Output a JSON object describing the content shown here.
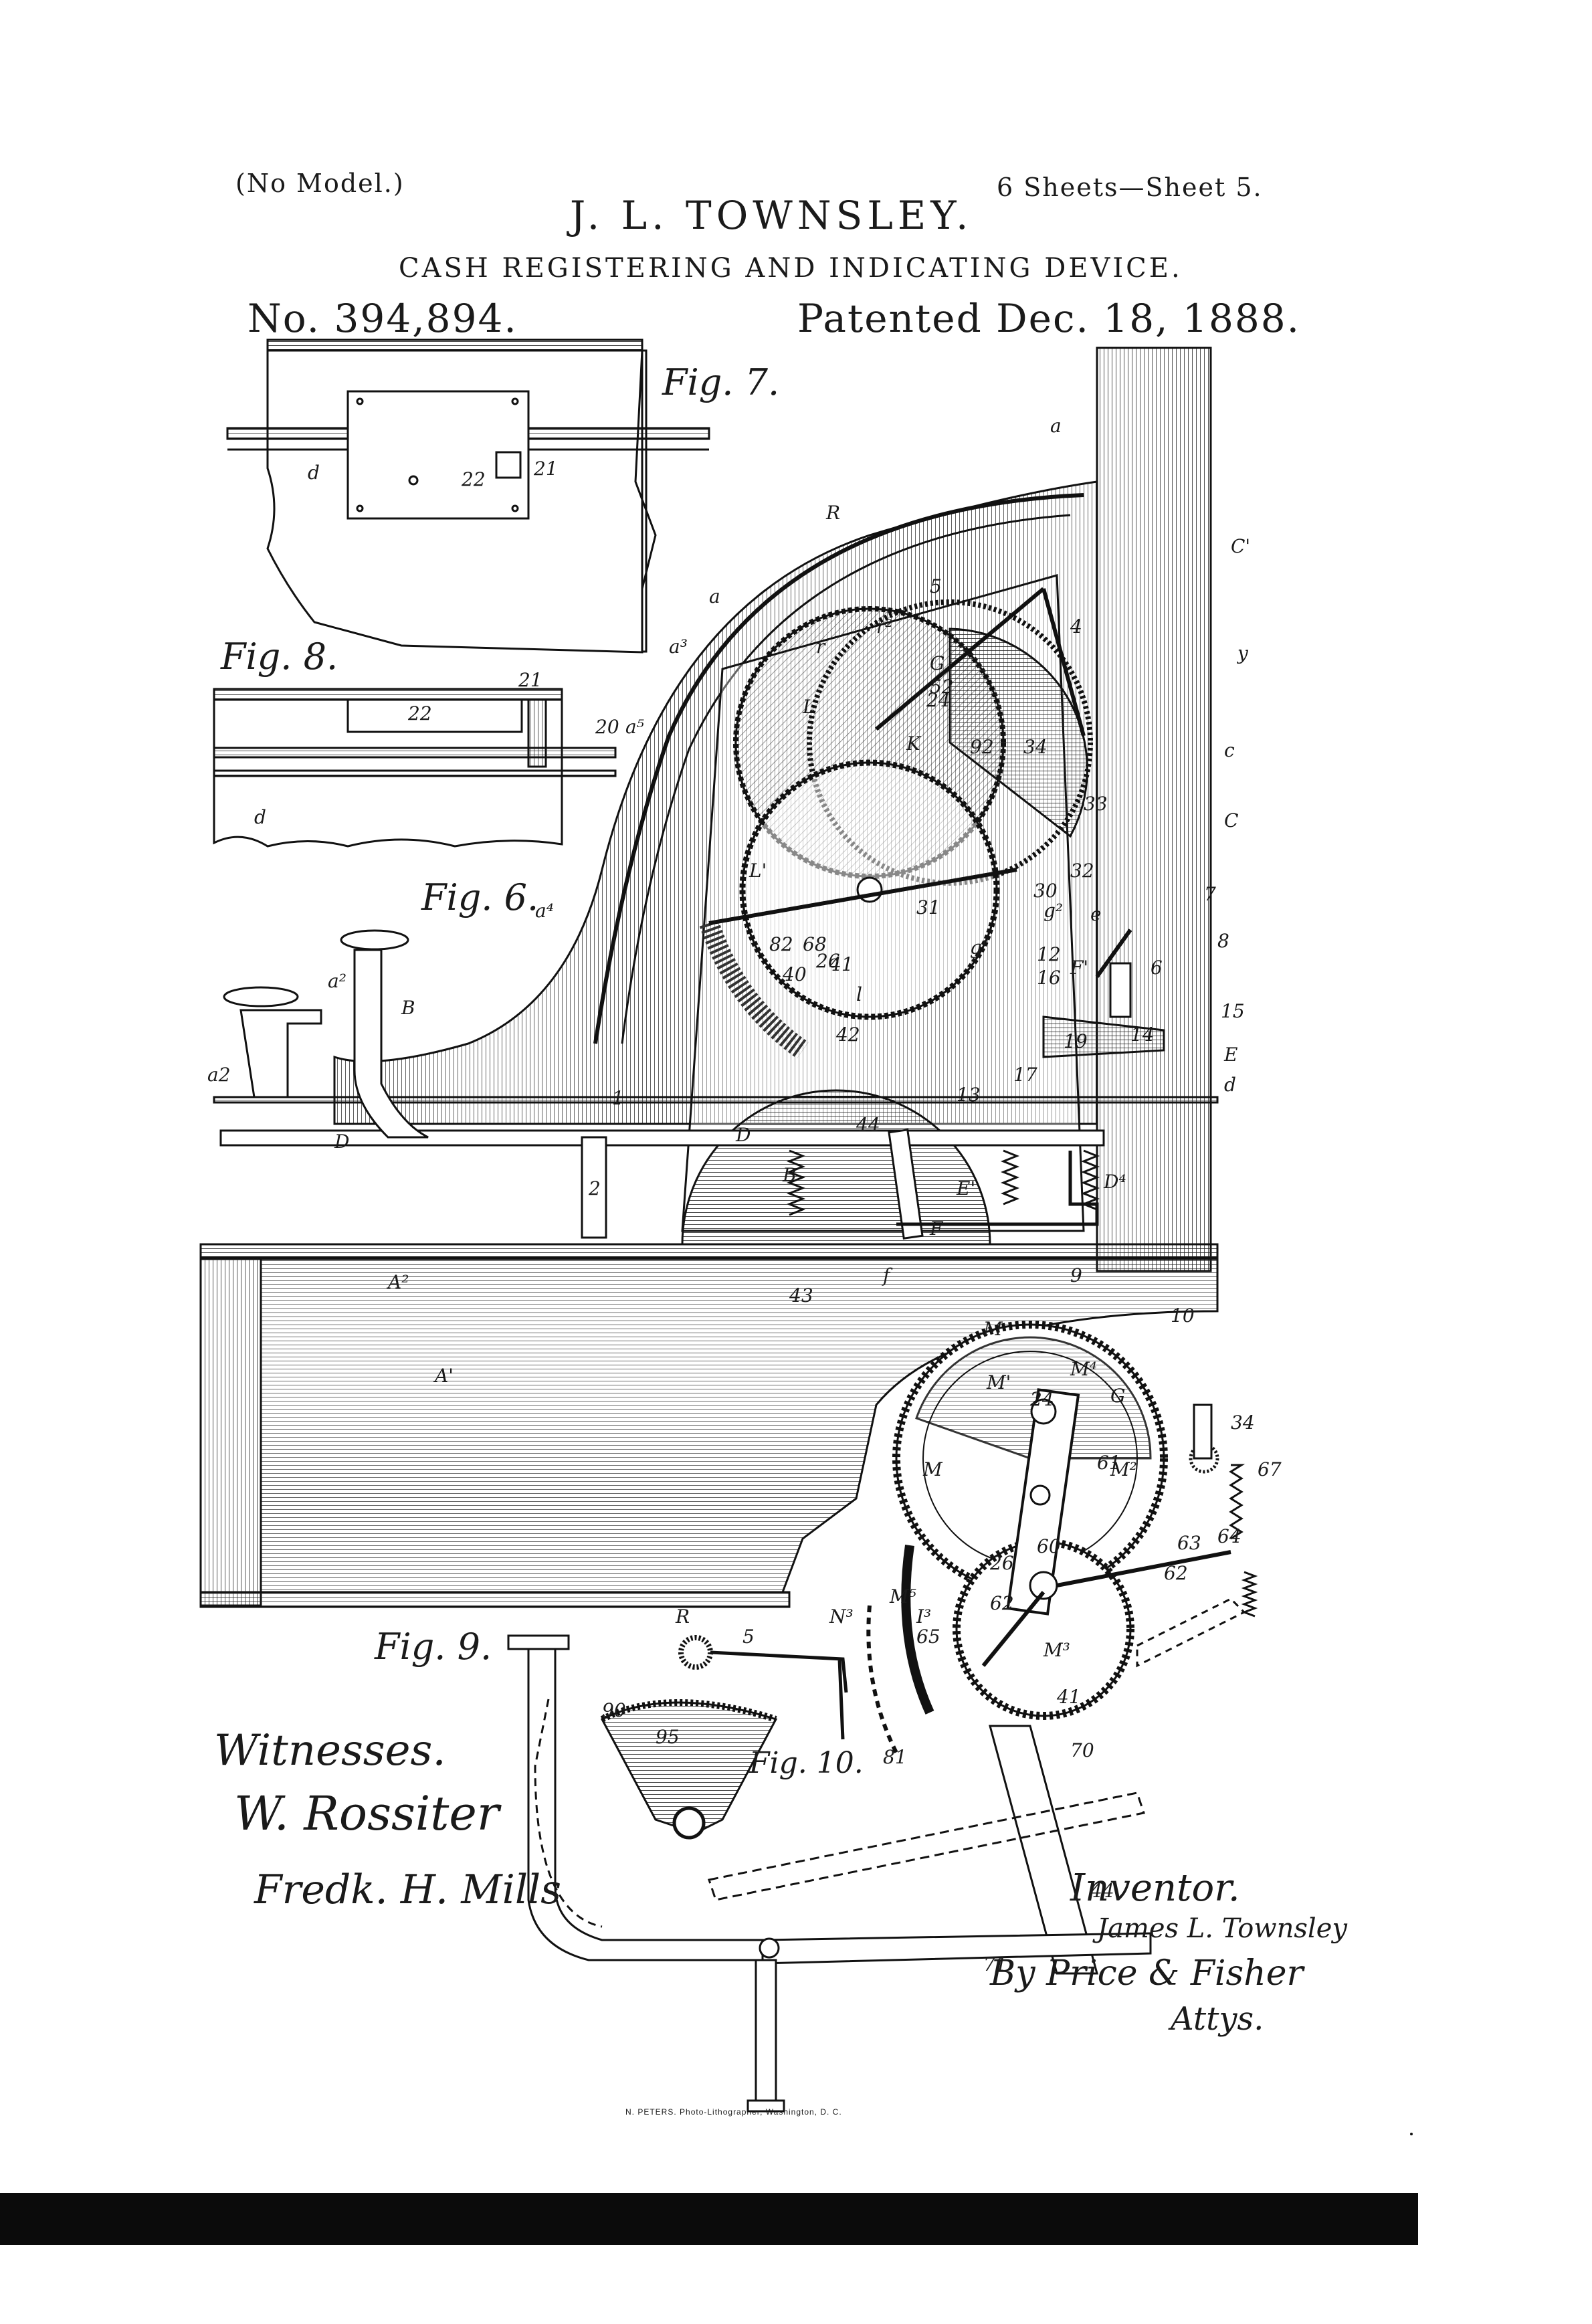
{
  "header": {
    "no_model": "(No Model.)",
    "sheets": "6 Sheets—Sheet 5.",
    "inventor_name": "J. L. TOWNSLEY.",
    "title": "CASH REGISTERING AND INDICATING DEVICE.",
    "patent_number": "No. 394,894.",
    "patent_date": "Patented Dec. 18, 1888."
  },
  "figures": {
    "fig6": "Fig. 6.",
    "fig7": "Fig. 7.",
    "fig8": "Fig. 8.",
    "fig9": "Fig. 9.",
    "fig10": "Fig. 10."
  },
  "reference_labels": [
    {
      "id": "a",
      "text": "a"
    },
    {
      "id": "a-2",
      "text": "a"
    },
    {
      "id": "a3",
      "text": "a³"
    },
    {
      "id": "a4",
      "text": "a⁴"
    },
    {
      "id": "a5",
      "text": "a⁵"
    },
    {
      "id": "a2",
      "text": "a²"
    },
    {
      "id": "a2b",
      "text": "a2"
    },
    {
      "id": "R",
      "text": "R"
    },
    {
      "id": "R-2",
      "text": "R"
    },
    {
      "id": "B",
      "text": "B"
    },
    {
      "id": "B-2",
      "text": "B"
    },
    {
      "id": "D",
      "text": "D"
    },
    {
      "id": "D-2",
      "text": "D"
    },
    {
      "id": "D4",
      "text": "D⁴"
    },
    {
      "id": "E",
      "text": "E"
    },
    {
      "id": "E1",
      "text": "E'"
    },
    {
      "id": "F",
      "text": "F"
    },
    {
      "id": "F1",
      "text": "F'"
    },
    {
      "id": "C",
      "text": "C"
    },
    {
      "id": "C1",
      "text": "C'"
    },
    {
      "id": "c",
      "text": "c"
    },
    {
      "id": "d",
      "text": "d"
    },
    {
      "id": "d-2",
      "text": "d"
    },
    {
      "id": "d-3",
      "text": "d"
    },
    {
      "id": "e",
      "text": "e"
    },
    {
      "id": "f",
      "text": "f"
    },
    {
      "id": "y",
      "text": "y"
    },
    {
      "id": "G",
      "text": "G"
    },
    {
      "id": "G-2",
      "text": "G"
    },
    {
      "id": "K",
      "text": "K"
    },
    {
      "id": "L",
      "text": "L"
    },
    {
      "id": "L1",
      "text": "L'"
    },
    {
      "id": "l",
      "text": "l"
    },
    {
      "id": "A1",
      "text": "A'"
    },
    {
      "id": "A2",
      "text": "A²"
    },
    {
      "id": "M",
      "text": "M"
    },
    {
      "id": "M1",
      "text": "M'"
    },
    {
      "id": "M2",
      "text": "M²"
    },
    {
      "id": "M3",
      "text": "M³"
    },
    {
      "id": "M4",
      "text": "M⁴"
    },
    {
      "id": "M5",
      "text": "M⁵"
    },
    {
      "id": "Mc",
      "text": "M"
    },
    {
      "id": "N3",
      "text": "N³"
    },
    {
      "id": "I3",
      "text": "I³"
    },
    {
      "id": "n1",
      "text": "1"
    },
    {
      "id": "n2",
      "text": "2"
    },
    {
      "id": "n4",
      "text": "4"
    },
    {
      "id": "n5",
      "text": "5"
    },
    {
      "id": "n5b",
      "text": "5"
    },
    {
      "id": "n6",
      "text": "6"
    },
    {
      "id": "n7",
      "text": "7"
    },
    {
      "id": "n8",
      "text": "8"
    },
    {
      "id": "n9",
      "text": "9"
    },
    {
      "id": "n10",
      "text": "10"
    },
    {
      "id": "n12",
      "text": "12"
    },
    {
      "id": "n13",
      "text": "13"
    },
    {
      "id": "n14",
      "text": "14"
    },
    {
      "id": "n15",
      "text": "15"
    },
    {
      "id": "n16",
      "text": "16"
    },
    {
      "id": "n17",
      "text": "17"
    },
    {
      "id": "n19",
      "text": "19"
    },
    {
      "id": "n20",
      "text": "20"
    },
    {
      "id": "n21",
      "text": "21"
    },
    {
      "id": "n21b",
      "text": "21"
    },
    {
      "id": "n22",
      "text": "22"
    },
    {
      "id": "n22b",
      "text": "22"
    },
    {
      "id": "n24",
      "text": "24"
    },
    {
      "id": "n24b",
      "text": "24"
    },
    {
      "id": "n26",
      "text": "26"
    },
    {
      "id": "n26b",
      "text": "26"
    },
    {
      "id": "n30",
      "text": "30"
    },
    {
      "id": "n31",
      "text": "31"
    },
    {
      "id": "n32",
      "text": "32"
    },
    {
      "id": "n33",
      "text": "33"
    },
    {
      "id": "n34",
      "text": "34"
    },
    {
      "id": "n34b",
      "text": "34"
    },
    {
      "id": "n40",
      "text": "40"
    },
    {
      "id": "n41",
      "text": "41"
    },
    {
      "id": "n41b",
      "text": "41"
    },
    {
      "id": "n42",
      "text": "42"
    },
    {
      "id": "n43",
      "text": "43"
    },
    {
      "id": "n44",
      "text": "44"
    },
    {
      "id": "n44b",
      "text": "44"
    },
    {
      "id": "n52",
      "text": "52"
    },
    {
      "id": "n60",
      "text": "60"
    },
    {
      "id": "n61",
      "text": "61"
    },
    {
      "id": "n62",
      "text": "62"
    },
    {
      "id": "n62b",
      "text": "62"
    },
    {
      "id": "n63",
      "text": "63"
    },
    {
      "id": "n64",
      "text": "64"
    },
    {
      "id": "n65",
      "text": "65"
    },
    {
      "id": "n67",
      "text": "67"
    },
    {
      "id": "n68",
      "text": "68"
    },
    {
      "id": "n70",
      "text": "70"
    },
    {
      "id": "n71",
      "text": "71"
    },
    {
      "id": "n81",
      "text": "81"
    },
    {
      "id": "n82",
      "text": "82"
    },
    {
      "id": "n90",
      "text": "90"
    },
    {
      "id": "n92",
      "text": "92"
    },
    {
      "id": "n95",
      "text": "95"
    },
    {
      "id": "g2",
      "text": "g²"
    },
    {
      "id": "g1",
      "text": "g'"
    },
    {
      "id": "r",
      "text": "r"
    },
    {
      "id": "r2",
      "text": "r²"
    }
  ],
  "signatures": {
    "witnesses_heading": "Witnesses.",
    "witness_1": "W. Rossiter",
    "witness_2": "Fredk. H. Mills",
    "inventor_heading": "Inventor.",
    "inventor_signature": "James L. Townsley",
    "attorneys": "By Price & Fisher",
    "attys": "Attys."
  },
  "printer": "N. PETERS. Photo-Lithographer, Washington, D. C."
}
